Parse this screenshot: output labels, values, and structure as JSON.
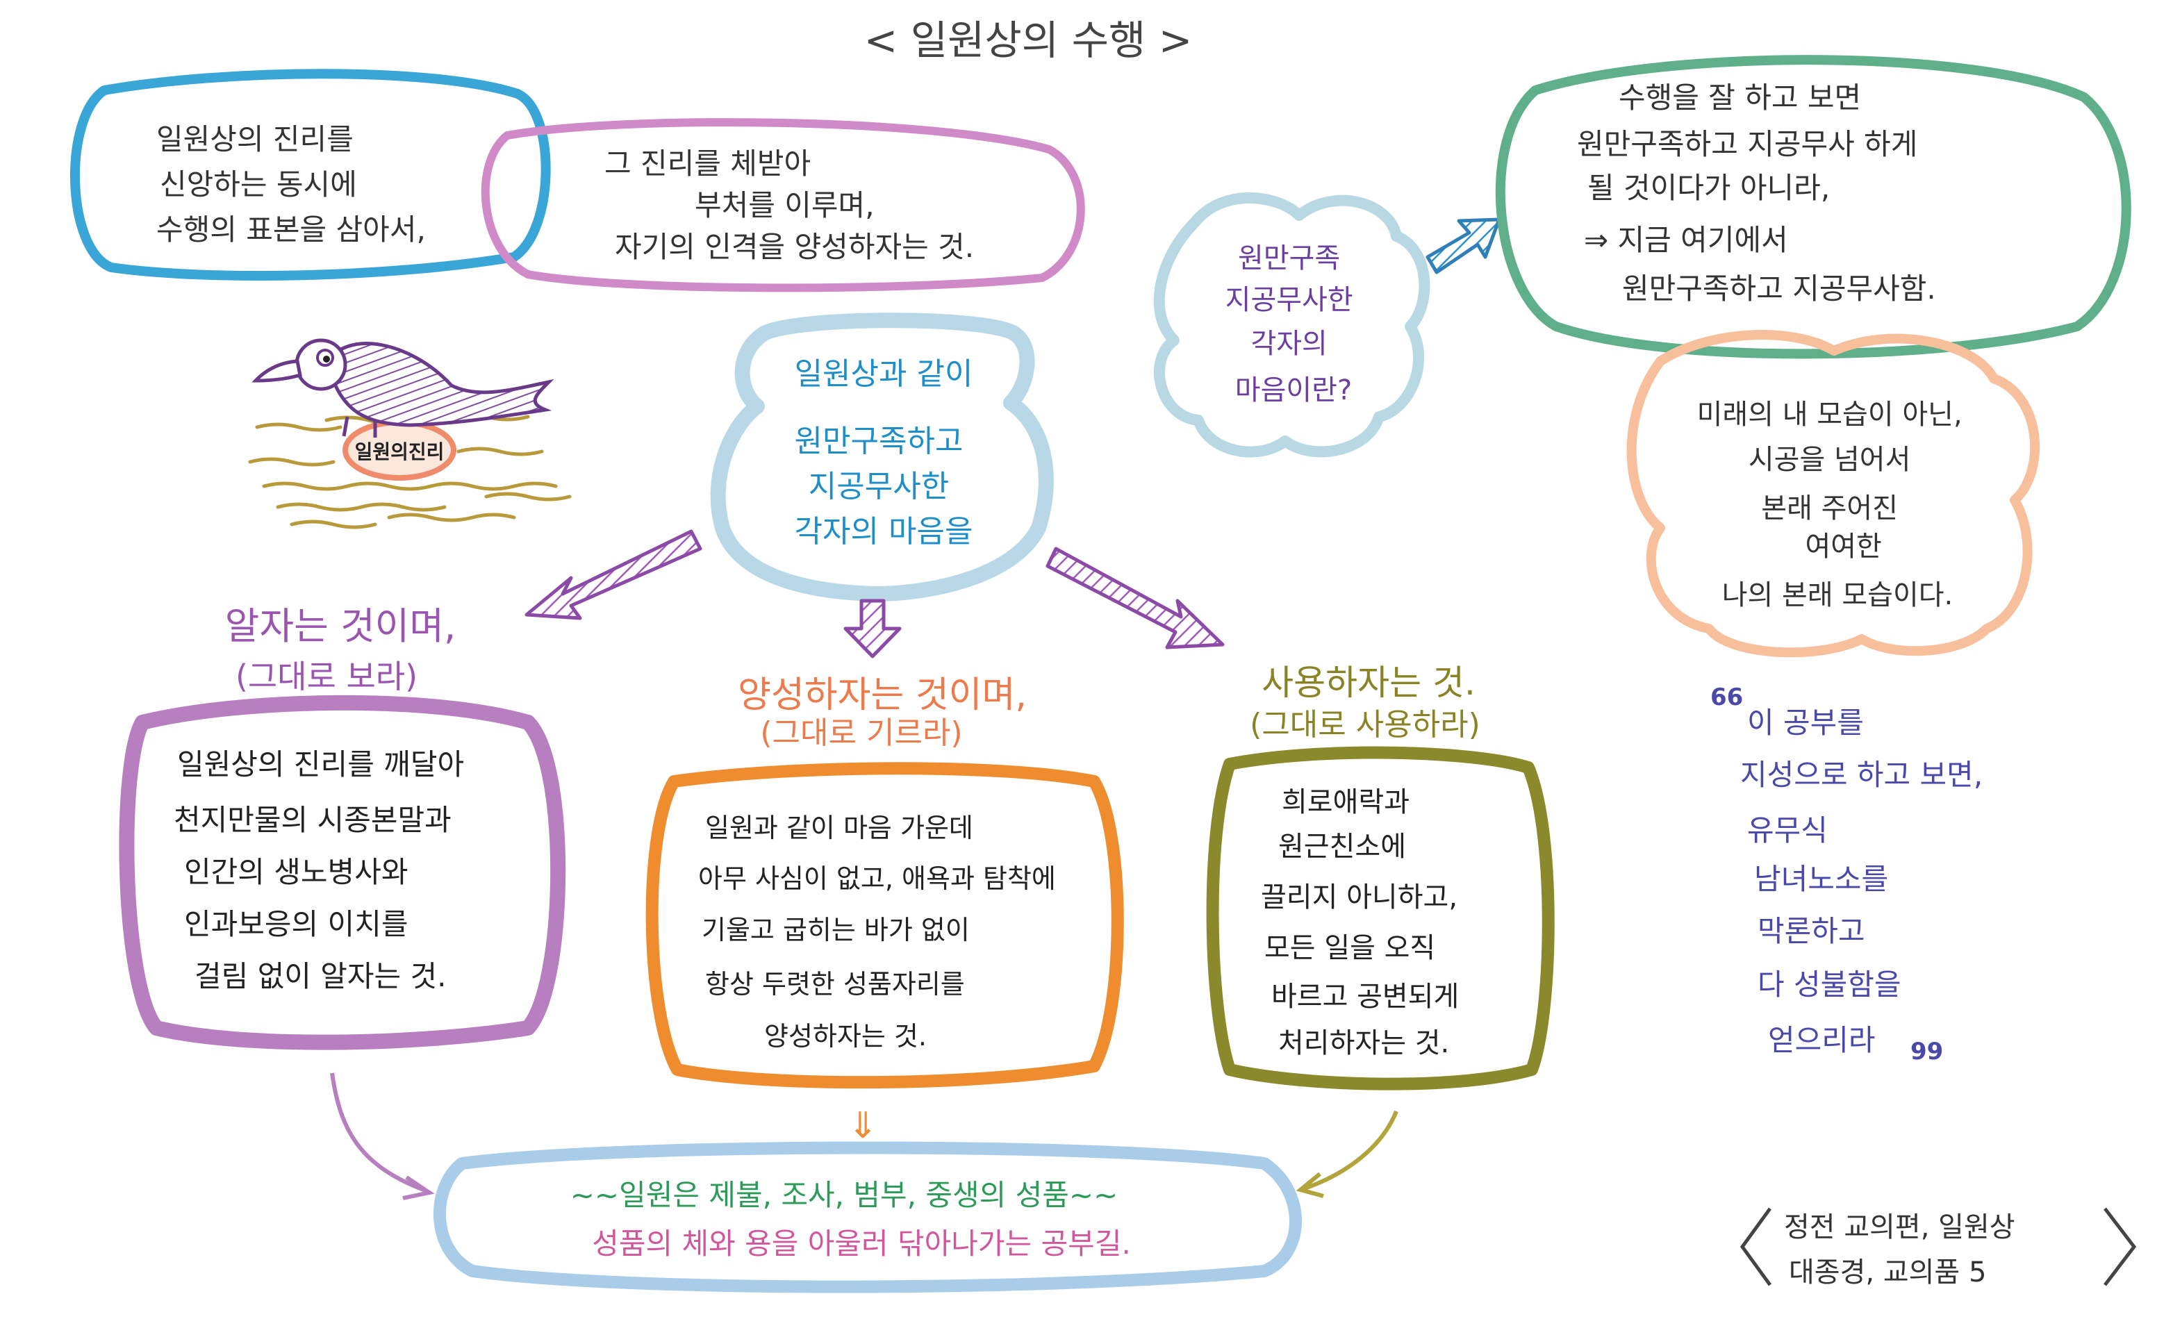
{
  "title": "< 일원상의 수행 >",
  "bubble_truth": {
    "lines": [
      "일원상의 진리를",
      "신앙하는 동시에",
      "수행의 표본을 삼아서,"
    ],
    "color": "#3aa6d8"
  },
  "bubble_embody": {
    "lines": [
      "그 진리를 체받아",
      "부처를 이루며,",
      "자기의 인격을 양성하자는 것."
    ],
    "color": "#d08ac8"
  },
  "bird_label": "일원의진리",
  "center": {
    "heading": "일원상과 같이",
    "lines": [
      "원만구족하고",
      "지공무사한",
      "각자의 마음을"
    ],
    "color": "#1e8ec8",
    "border": "#b8d8e8"
  },
  "cloud_question": {
    "lines": [
      "원만구족",
      "지공무사한",
      "각자의",
      "마음이란?"
    ],
    "color": "#6b3fa0",
    "border": "#b8d8e4"
  },
  "bubble_practice": {
    "lines": [
      "수행을 잘 하고 보면",
      "원만구족하고 지공무사 하게",
      "될 것이다가 아니라,",
      "⇒ 지금 여기에서",
      "원만구족하고 지공무사함."
    ],
    "border": "#5fb08a"
  },
  "cloud_original": {
    "lines": [
      "미래의 내 모습이 아닌,",
      "시공을 넘어서",
      "본래 주어진",
      "여여한",
      "나의 본래 모습이다."
    ],
    "border": "#f7bf9c"
  },
  "col_know": {
    "heading": "알자는 것이며,",
    "sub": "(그대로 보라)",
    "lines": [
      "일원상의 진리를 깨달아",
      "천지만물의 시종본말과",
      "인간의 생노병사와",
      "인과보응의 이치를",
      "걸림 없이 알자는 것."
    ],
    "color": "#9a55b0",
    "border": "#b77ec0"
  },
  "col_cultivate": {
    "heading": "양성하자는 것이며,",
    "sub": "(그대로 기르라)",
    "lines": [
      "일원과 같이 마음 가운데",
      "아무 사심이 없고, 애욕과 탐착에",
      "기울고 굽히는 바가 없이",
      "항상 두렷한 성품자리를",
      "양성하자는 것."
    ],
    "color": "#ec7a4a",
    "border": "#ef8c2e"
  },
  "col_use": {
    "heading": "사용하자는 것.",
    "sub": "(그대로 사용하라)",
    "lines": [
      "희로애락과",
      "원근친소에",
      "끌리지 아니하고,",
      "모든 일을 오직",
      "바르고 공변되게",
      "처리하자는 것."
    ],
    "color": "#8a8325",
    "border": "#8a8a2c"
  },
  "bottom": {
    "line1": "~~일원은 제불, 조사, 범부, 중생의 성품~~",
    "line2": "성품의 체와 용을 아울러 닦아나가는 공부길.",
    "color1": "#2e9a5a",
    "color2": "#d0579c",
    "border": "#a9cce8"
  },
  "quote": {
    "open": "66",
    "close": "99",
    "lines": [
      "이 공부를",
      "지성으로 하고 보면,",
      "유무식",
      "남녀노소를",
      "막론하고",
      "다 성불함을",
      "얻으리라"
    ],
    "color": "#4a48a8"
  },
  "source": {
    "lines": [
      "정전 교의편, 일원상",
      "대종경, 교의품 5"
    ]
  }
}
